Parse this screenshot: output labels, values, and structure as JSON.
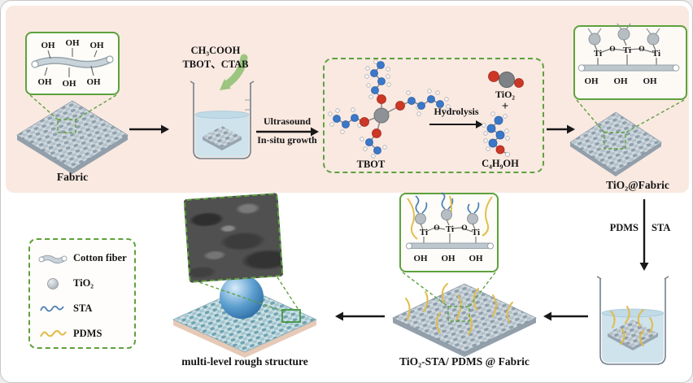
{
  "figure": {
    "stages": {
      "fabric": "Fabric",
      "tio2_fabric": "TiO₂@Fabric",
      "tio2_sta_pdms_fabric": "TiO₂-STA/ PDMS @ Fabric",
      "rough": "multi-level rough structure"
    },
    "reagents": {
      "line1": "CH₃COOH",
      "line2": "TBOT、CTAB"
    },
    "process": {
      "ultrasound": "Ultrasound",
      "insitu": "In-situ growth",
      "hydrolysis": "Hydrolysis",
      "pdms": "PDMS",
      "sta": "STA"
    },
    "reaction": {
      "tbot": "TBOT",
      "tio2": "TiO₂",
      "plus": "+",
      "butanol": "C₄H₉OH"
    },
    "insets": {
      "fiber": {
        "oh": [
          "OH",
          "OH",
          "OH",
          "OH",
          "OH",
          "OH"
        ]
      },
      "tio2": {
        "ti": [
          "Ti",
          "Ti",
          "Ti"
        ],
        "o": [
          "O",
          "O"
        ],
        "oh": [
          "OH",
          "OH",
          "OH"
        ]
      },
      "sta": {
        "ti": [
          "Ti",
          "Ti",
          "Ti"
        ],
        "o": [
          "O",
          "O"
        ],
        "oh": [
          "OH",
          "OH",
          "OH"
        ]
      }
    },
    "legend": {
      "items": [
        "Cotton fiber",
        "TiO₂",
        "STA",
        "PDMS"
      ]
    },
    "colors": {
      "background_pink": "#f9e9e1",
      "accent_green": "#5ea13d",
      "fiber_gray": "#b9c4cc",
      "sta_blue": "#4a7fb5",
      "pdms_yellow": "#e3bf4f",
      "oxygen_red": "#cc3726",
      "carbon_blue": "#3b78c9",
      "titanium_gray": "#8e9296",
      "droplet_blue": "#14528f"
    }
  }
}
